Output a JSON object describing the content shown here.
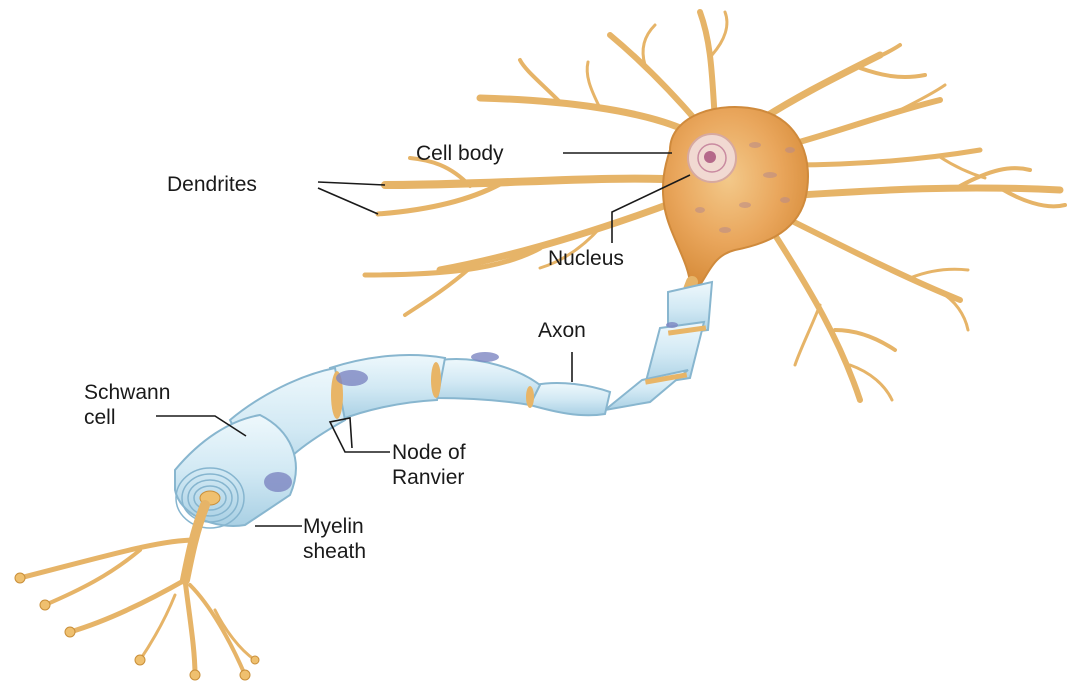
{
  "labels": {
    "cell_body": "Cell body",
    "dendrites": "Dendrites",
    "nucleus": "Nucleus",
    "axon": "Axon",
    "schwann_cell": [
      "Schwann",
      "cell"
    ],
    "node_of_ranvier": [
      "Node of",
      "Ranvier"
    ],
    "myelin_sheath": [
      "Myelin",
      "sheath"
    ]
  },
  "colors": {
    "neuron_fill": "#efc06f",
    "neuron_stroke": "#c98f3a",
    "soma_inner": "#e9a35a",
    "nucleus_fill": "#f3d7cf",
    "nucleolus": "#c46a8a",
    "myelin_fill": "#d7ecf5",
    "myelin_stroke": "#8cb9d2",
    "schwann_nucleus": "#6f79b8",
    "leader_line": "#1a1a1a"
  }
}
